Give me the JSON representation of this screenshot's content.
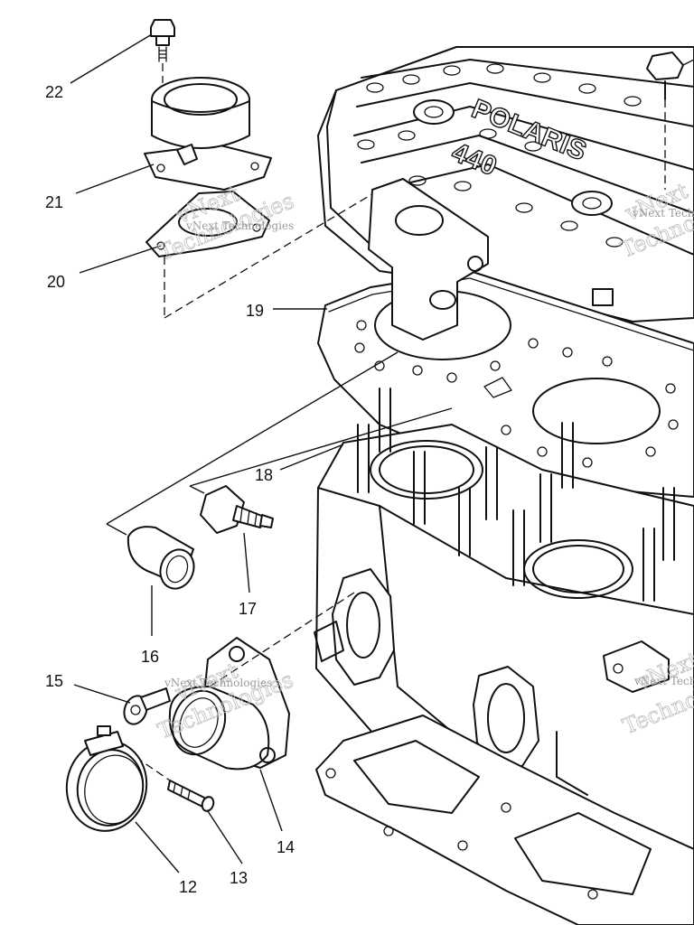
{
  "diagram": {
    "brand_text": "POLARIS",
    "model_text": "440",
    "callouts": [
      {
        "id": "c22",
        "label": "22"
      },
      {
        "id": "c21",
        "label": "21"
      },
      {
        "id": "c20",
        "label": "20"
      },
      {
        "id": "c19",
        "label": "19"
      },
      {
        "id": "c18",
        "label": "18"
      },
      {
        "id": "c17",
        "label": "17"
      },
      {
        "id": "c16",
        "label": "16"
      },
      {
        "id": "c15",
        "label": "15"
      },
      {
        "id": "c14",
        "label": "14"
      },
      {
        "id": "c13",
        "label": "13"
      },
      {
        "id": "c12",
        "label": "12"
      }
    ]
  },
  "watermark": {
    "line1": "vNext",
    "line2": "Technologies"
  }
}
